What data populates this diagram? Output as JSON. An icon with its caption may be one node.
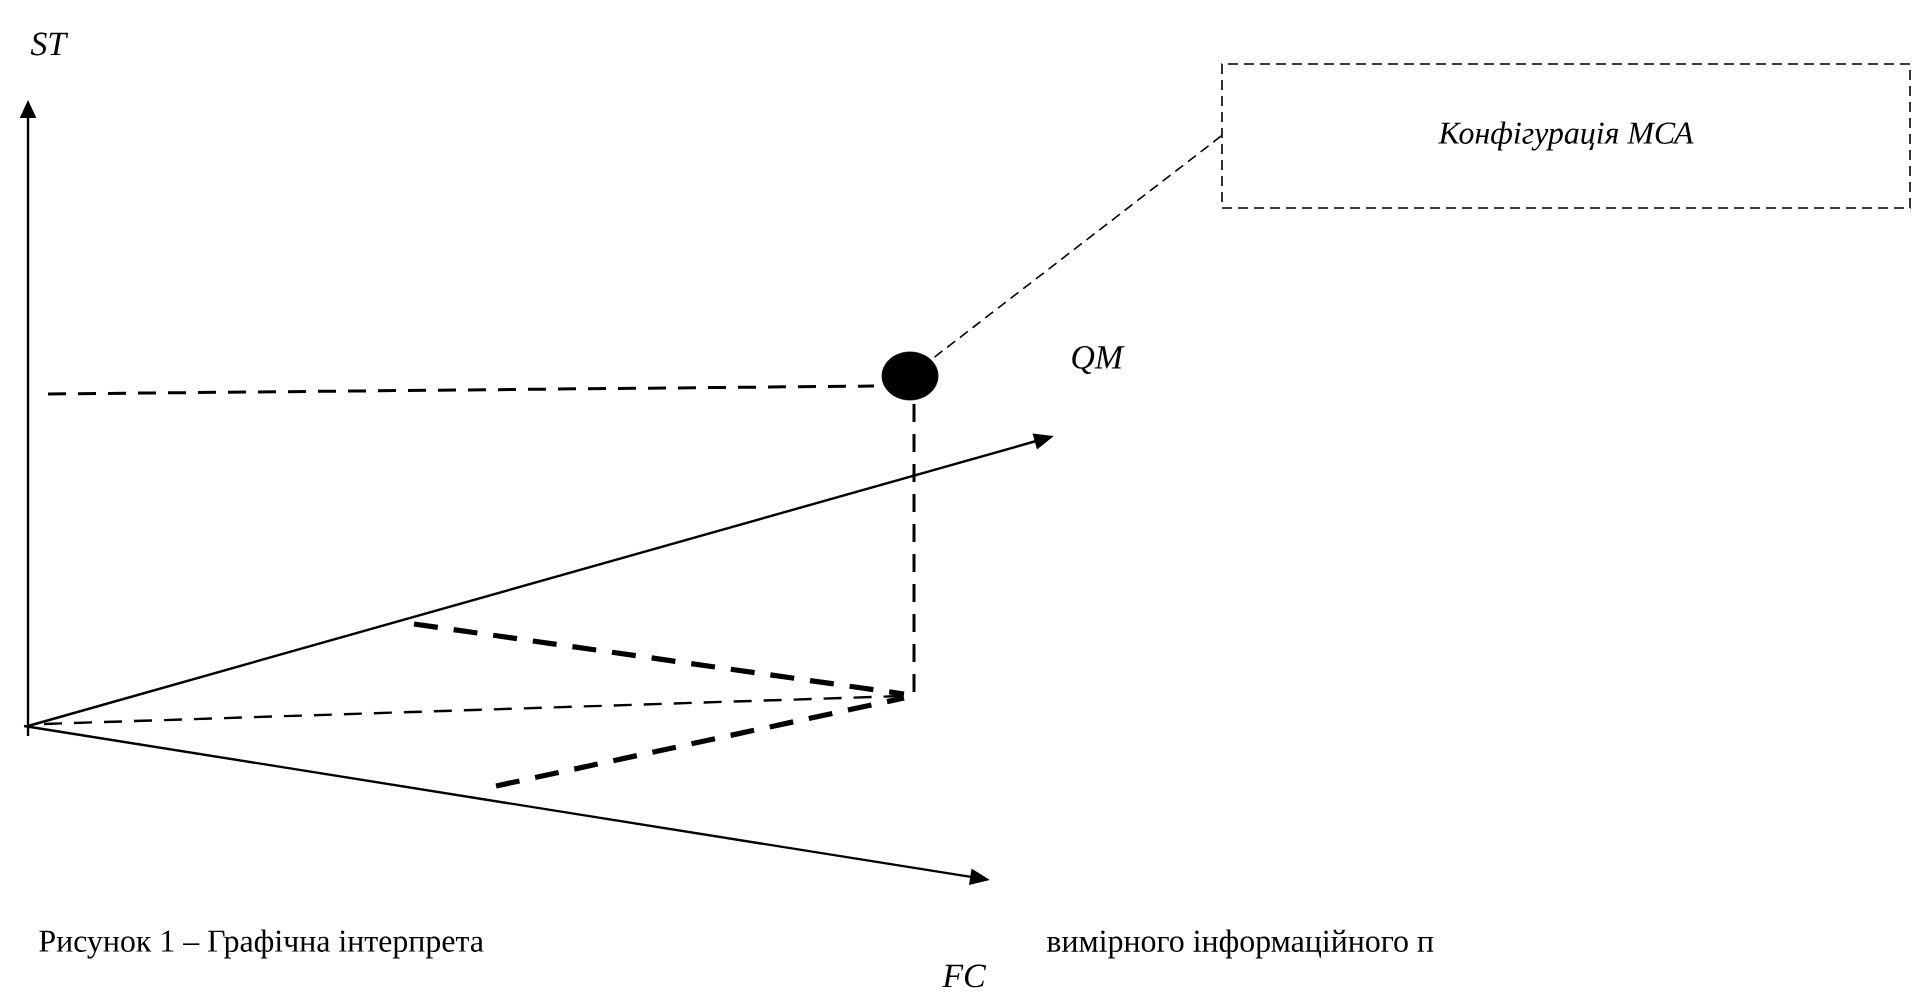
{
  "diagram": {
    "nodes": [
      {
        "text": [
          "Конфігурація МСА"
        ]
      },
      {
        "text": [],
        "shape": "circle"
      }
    ],
    "edges": [
      {
        "from": 0,
        "to": 1,
        "arrow": "none",
        "style": "dashed"
      }
    ],
    "labels": [
      "ST",
      "QM",
      "FC",
      "Рисунок 1 – Графічна інтерпрета",
      "вимірного інформаційного п"
    ]
  }
}
